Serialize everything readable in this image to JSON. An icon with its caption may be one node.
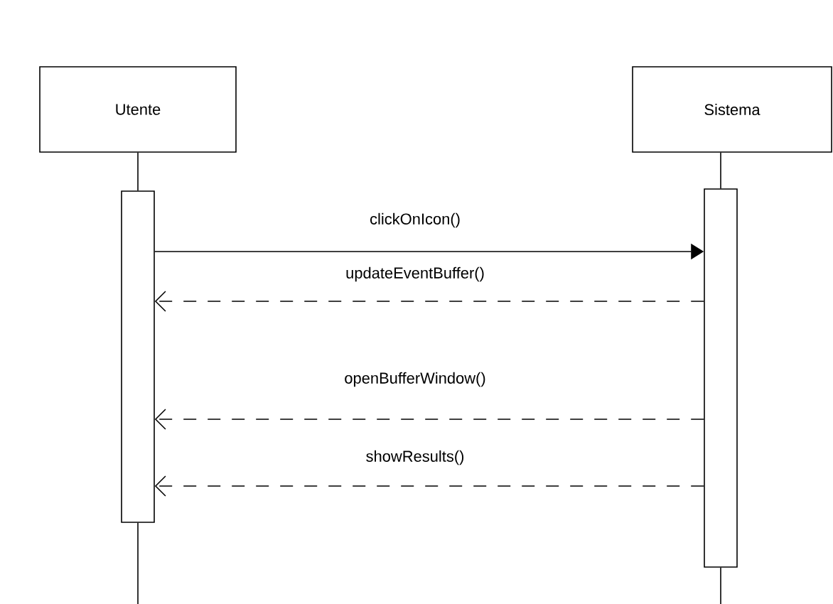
{
  "diagram": {
    "nodes": [
      {
        "text": [
          "Utente"
        ]
      },
      {
        "text": [
          "Sistema"
        ]
      },
      {
        "text": [],
        "shape": "bar"
      },
      {
        "text": [],
        "shape": "bar"
      }
    ],
    "edges": [
      {
        "from": 0,
        "to": 2,
        "arrow": "none"
      },
      {
        "from": 2,
        "to": null,
        "arrow": "none"
      },
      {
        "from": 1,
        "to": 3,
        "arrow": "none"
      },
      {
        "from": 3,
        "to": null,
        "arrow": "none"
      },
      {
        "from": 2,
        "to": 3,
        "arrow": "to",
        "label": "clickOnIcon()"
      },
      {
        "from": 3,
        "to": 2,
        "arrow": "to",
        "label": "updateEventBuffer()",
        "style": "dashed"
      },
      {
        "from": 3,
        "to": 2,
        "arrow": "to",
        "label": "openBufferWindow()",
        "style": "dashed"
      },
      {
        "from": 3,
        "to": 2,
        "arrow": "to",
        "label": "showResults()",
        "style": "dashed"
      }
    ]
  }
}
